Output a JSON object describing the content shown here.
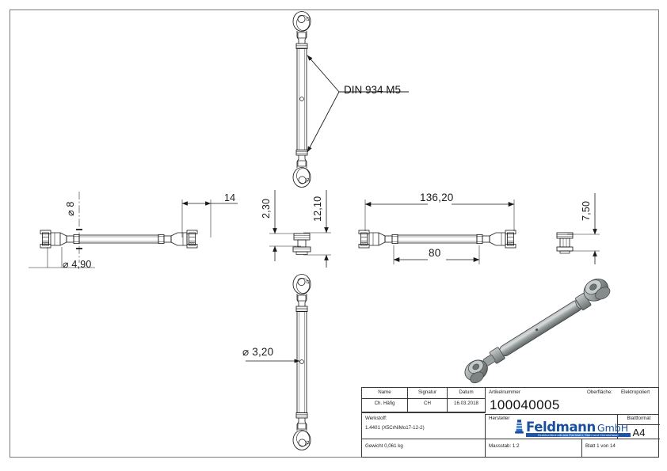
{
  "document": {
    "type": "technical-drawing",
    "sheet_size": "A4",
    "background": "#ffffff",
    "frame_color": "#7a7a7a"
  },
  "annotations": {
    "callout_din": "DIN 934 M5",
    "dim_diameter_8": "⌀ 8",
    "dim_diameter_490": "⌀ 4,90",
    "dim_14": "14",
    "dim_230": "2,30",
    "dim_1210": "12,10",
    "dim_13620": "136,20",
    "dim_80": "80",
    "dim_750": "7,50",
    "dim_diameter_320": "⌀ 3,20"
  },
  "title_block": {
    "col_name_header": "Name",
    "col_signature_header": "Signatur",
    "col_date_header": "Datum",
    "name_value": "Ch. Häfig",
    "signature_value": "CH",
    "date_value": "16.03.2018",
    "article_label": "Artikelnummer",
    "article_number": "100040005",
    "surface_label": "Oberfläche:",
    "surface_value": "Elektropoliert",
    "material_label": "Werkstoff:",
    "material_value": "1.4401 (X5CrNiMo17-12-2)",
    "manufacturer_label": "Hersteller",
    "manufacturer_name": "Feldmann",
    "manufacturer_suffix": "GmbH",
    "manufacturer_tagline": "Drahtseiltechnik aus Edelstahl, Stahl und Chemiefaser",
    "sheet_format_label": "Blattformat",
    "sheet_format_value": "A4",
    "weight_value": "Gewicht 0,061 kg",
    "scale_value": "Massstab: 1:2",
    "sheet_number_value": "Blatt 1 von 14"
  },
  "colors": {
    "brand_blue": "#1a4f9c",
    "line": "#1a1a1a",
    "frame": "#7a7a7a",
    "render_metal_light": "#c9cdcd",
    "render_metal_mid": "#8e9393",
    "render_metal_dark": "#55595a"
  }
}
